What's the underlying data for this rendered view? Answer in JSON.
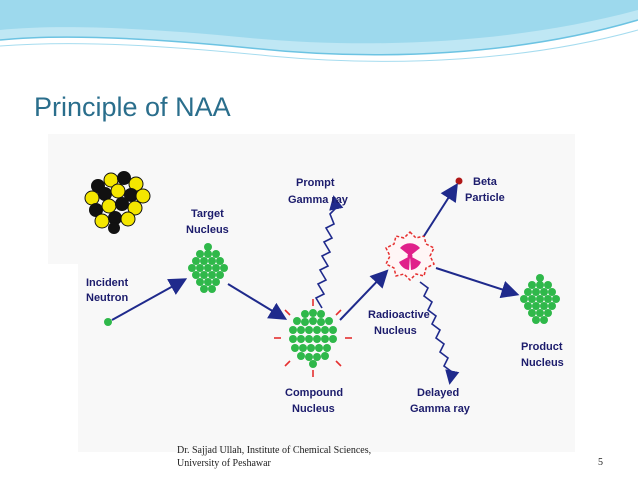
{
  "slide": {
    "title": "Principle of NAA",
    "footer_line1": "Dr. Sajjad Ullah, Institute of Chemical Sciences,",
    "footer_line2": "University of Peshawar",
    "page_number": "5"
  },
  "diagram": {
    "incident_neutron": [
      "Incident",
      "Neutron"
    ],
    "target_nucleus": [
      "Target",
      "Nucleus"
    ],
    "prompt_gamma": [
      "Prompt",
      "Gamma ray"
    ],
    "compound_nucleus": [
      "Compound",
      "Nucleus"
    ],
    "radioactive_nucleus": [
      "Radioactive",
      "Nucleus"
    ],
    "beta_particle": [
      "Beta",
      "Particle"
    ],
    "delayed_gamma": [
      "Delayed",
      "Gamma ray"
    ],
    "product_nucleus": [
      "Product",
      "Nucleus"
    ]
  },
  "colors": {
    "title": "#2a6e8c",
    "label": "#1c1c6c",
    "nucleon_green": "#2fb84a",
    "arrow": "#1f2a8c",
    "header_teal": "#8fd3ea"
  }
}
